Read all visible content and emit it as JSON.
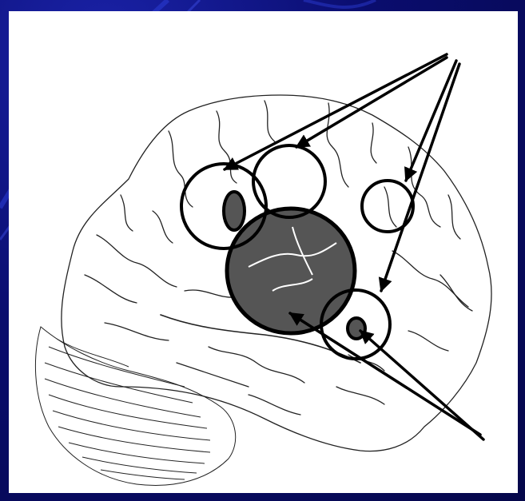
{
  "diagram": {
    "colors": {
      "slide_background": "#0a0d6e",
      "panel_background": "#ffffff",
      "brain_outline": "#222222",
      "highlighted_region_fill": "#555555",
      "circle_stroke": "#000000",
      "arrow_stroke": "#000000"
    },
    "source_points": [
      "upper-right",
      "lower-right"
    ],
    "targets": [
      {
        "name": "left-frontal-circle",
        "filled_spot": true,
        "source": "upper-right"
      },
      {
        "name": "upper-central-circle",
        "filled_spot": false,
        "source": "upper-right"
      },
      {
        "name": "right-small-circle",
        "filled_spot": false,
        "source": "upper-right"
      },
      {
        "name": "large-central-region",
        "filled_spot": true,
        "source": "lower-right"
      },
      {
        "name": "lower-right-circle",
        "filled_spot": true,
        "source": "lower-right"
      }
    ]
  }
}
